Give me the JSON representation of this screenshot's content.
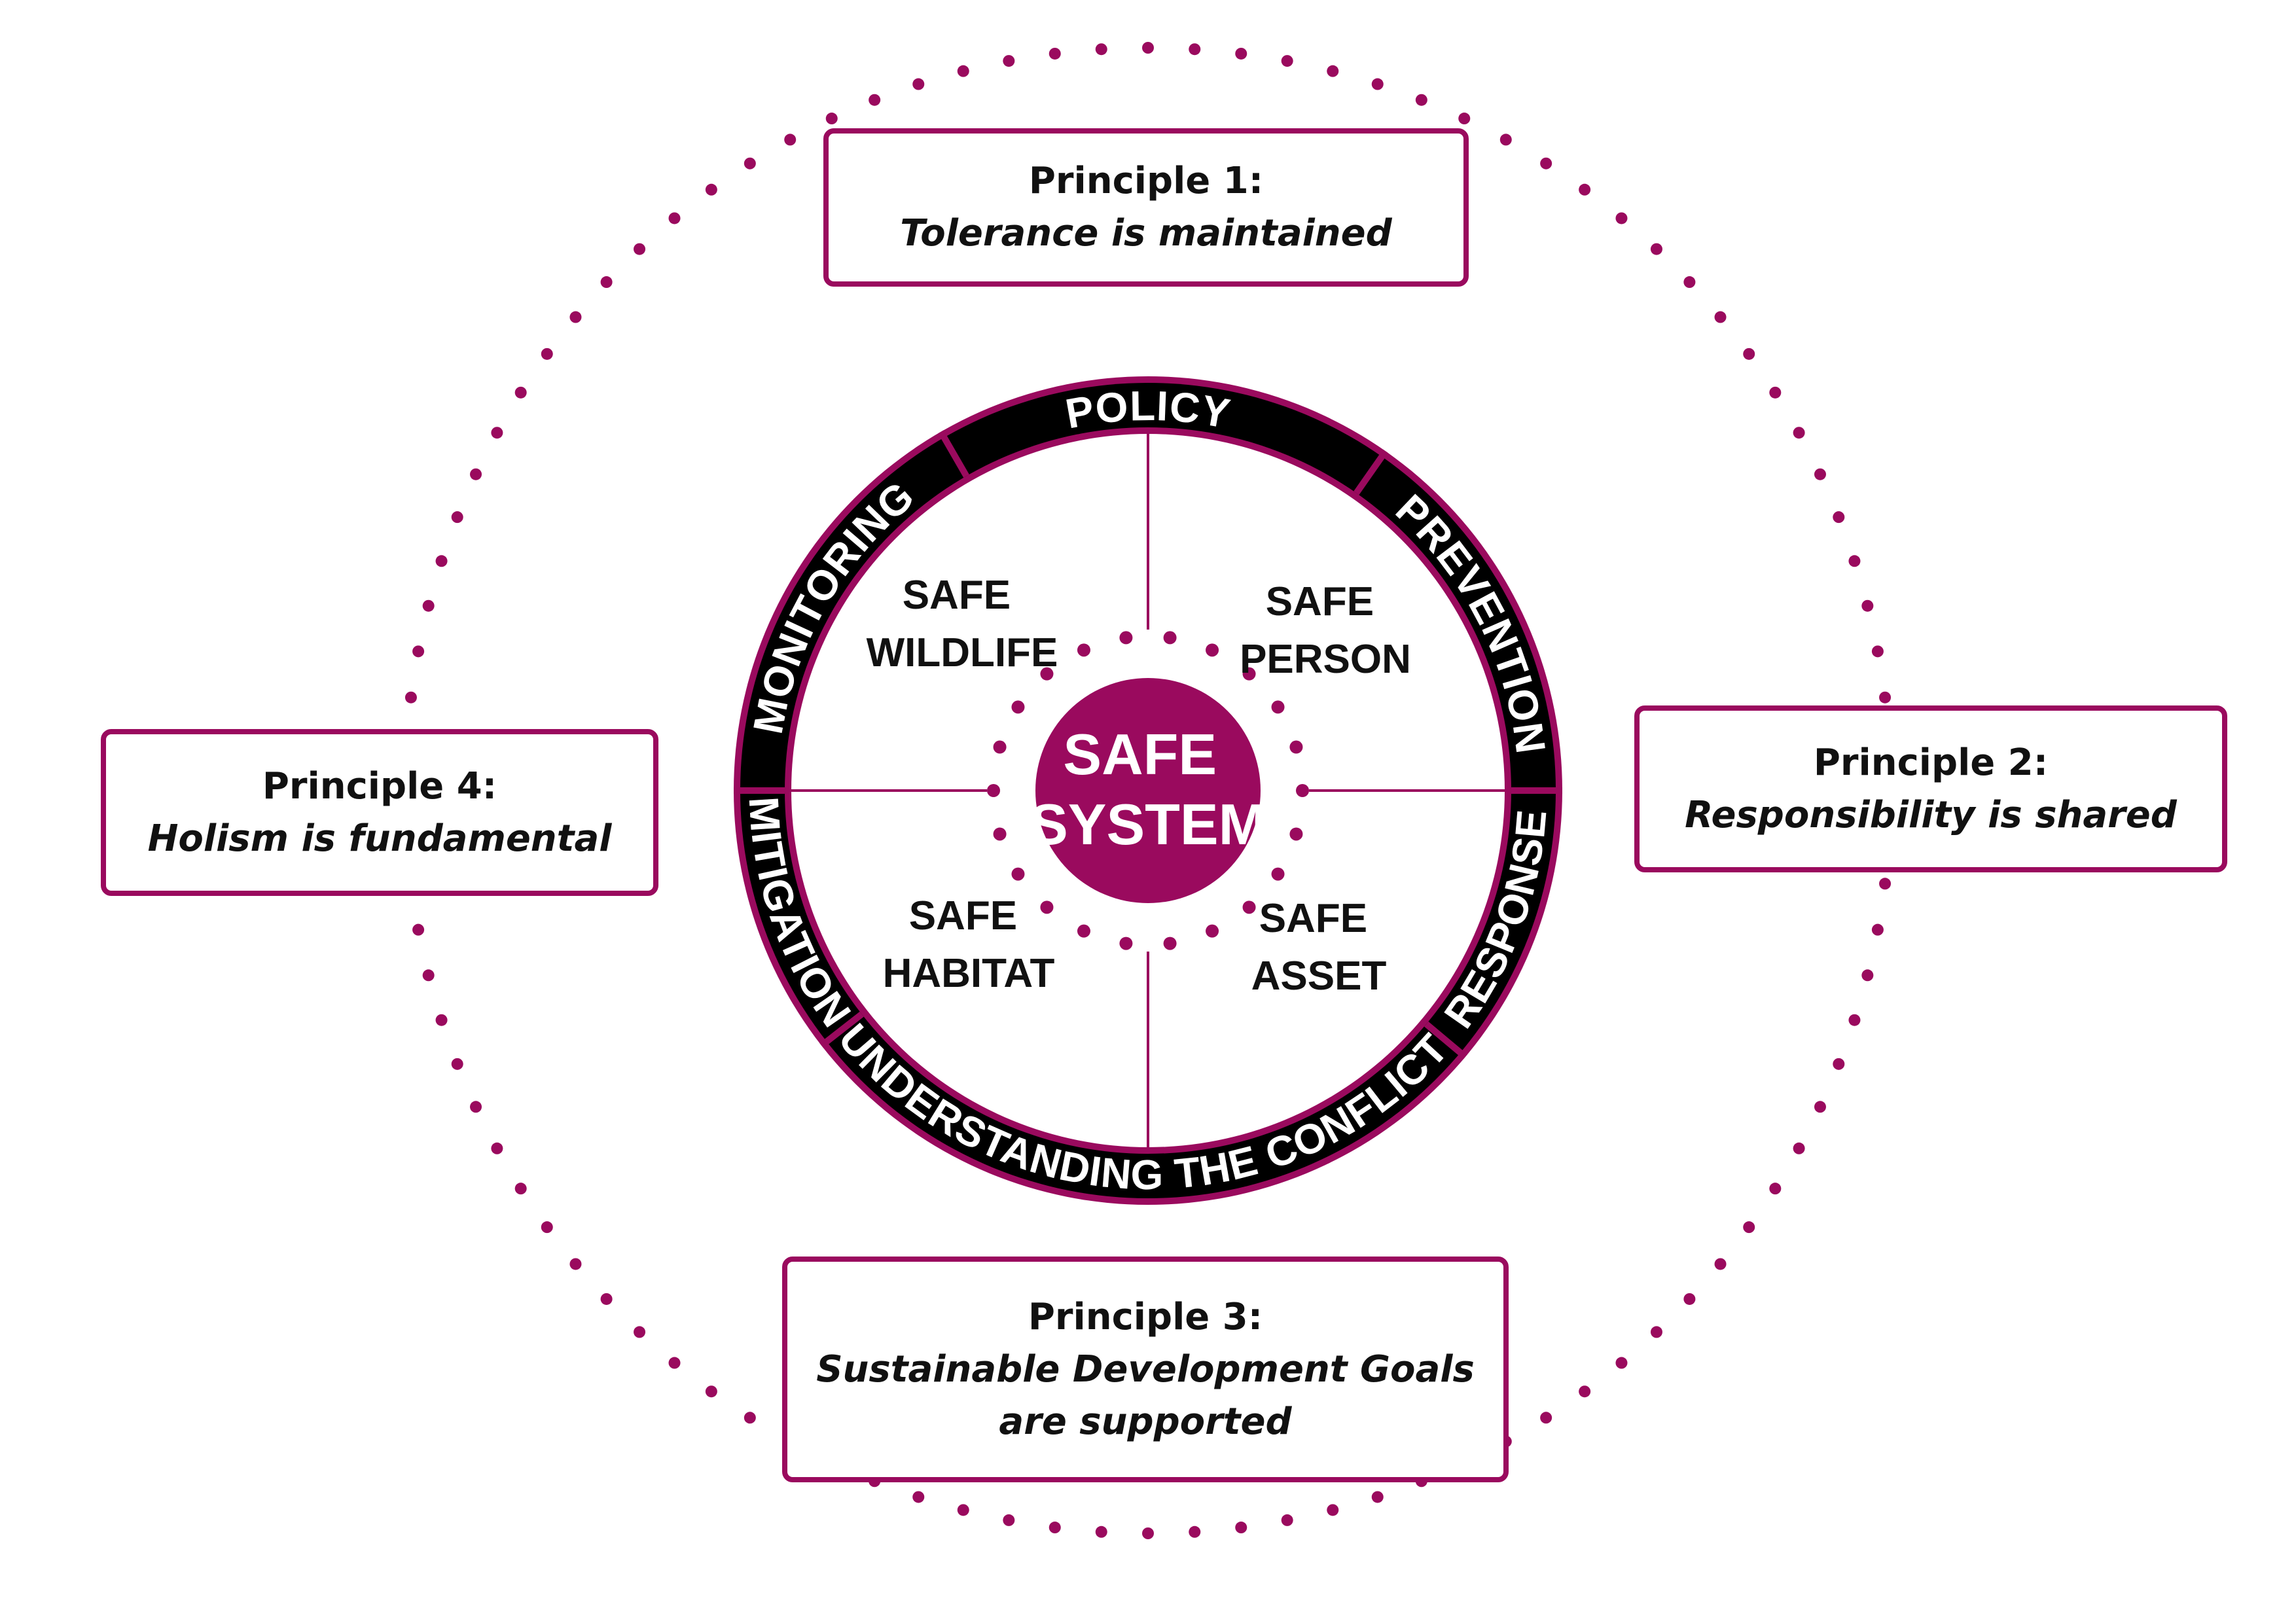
{
  "colors": {
    "accent": "#9a0a5e",
    "ring": "#000000",
    "background": "#ffffff",
    "text": "#111111"
  },
  "principles": [
    {
      "title": "Principle 1:",
      "lines": [
        "Tolerance is maintained"
      ]
    },
    {
      "title": "Principle 2:",
      "lines": [
        "Responsibility is shared"
      ]
    },
    {
      "title": "Principle 3:",
      "lines": [
        "Sustainable Development Goals",
        "are supported"
      ]
    },
    {
      "title": "Principle 4:",
      "lines": [
        "Holism is fundamental"
      ]
    }
  ],
  "ring_segments": [
    "POLICY",
    "PREVENTION",
    "RESPONSE",
    "UNDERSTANDING THE CONFLICT",
    "MITIGATION",
    "MONITORING"
  ],
  "quadrants": [
    {
      "line1": "SAFE",
      "line2": "WILDLIFE"
    },
    {
      "line1": "SAFE",
      "line2": "PERSON"
    },
    {
      "line1": "SAFE",
      "line2": "HABITAT"
    },
    {
      "line1": "SAFE",
      "line2": "ASSET"
    }
  ],
  "center": {
    "line1": "SAFE",
    "line2": "SYSTEM"
  }
}
